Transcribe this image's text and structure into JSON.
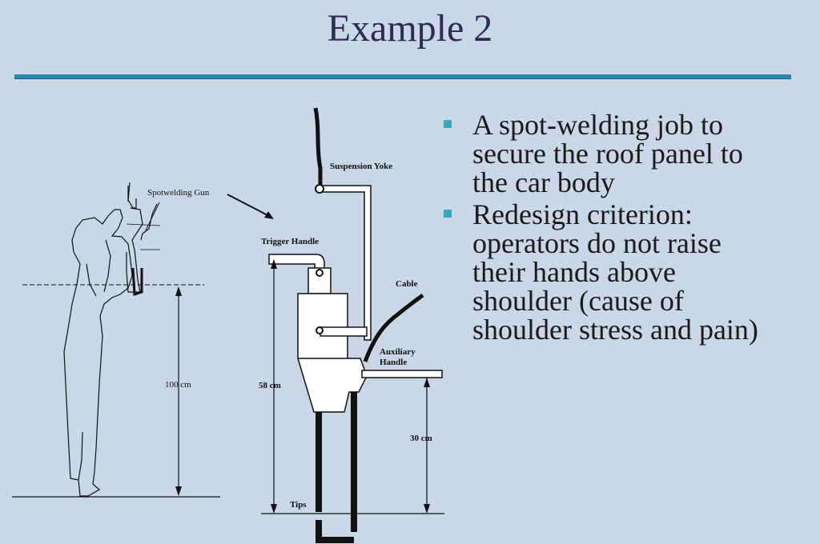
{
  "slide": {
    "title": "Example 2"
  },
  "diagram": {
    "labels": {
      "spotwelding_gun": "Spotwelding Gun",
      "suspension_yoke": "Suspension Yoke",
      "trigger_handle": "Trigger Handle",
      "cable": "Cable",
      "auxiliary_handle_1": "Auxiliary",
      "auxiliary_handle_2": "Handle",
      "height_100": "100 cm",
      "height_58": "58 cm",
      "height_30": "30 cm",
      "tips": "Tips"
    }
  },
  "bullets": [
    {
      "text_lines": [
        "A spot-welding job to",
        "secure the roof panel to",
        "the car body"
      ]
    },
    {
      "text_lines": [
        "Redesign criterion:",
        "operators do not raise",
        "their hands above",
        "shoulder (cause of",
        "shoulder stress and pain)"
      ]
    }
  ],
  "colors": {
    "background": "#c9d7e6",
    "title": "#2e2b52",
    "rule": "#2d88b0",
    "bullet_marker": "#3aaabd"
  }
}
